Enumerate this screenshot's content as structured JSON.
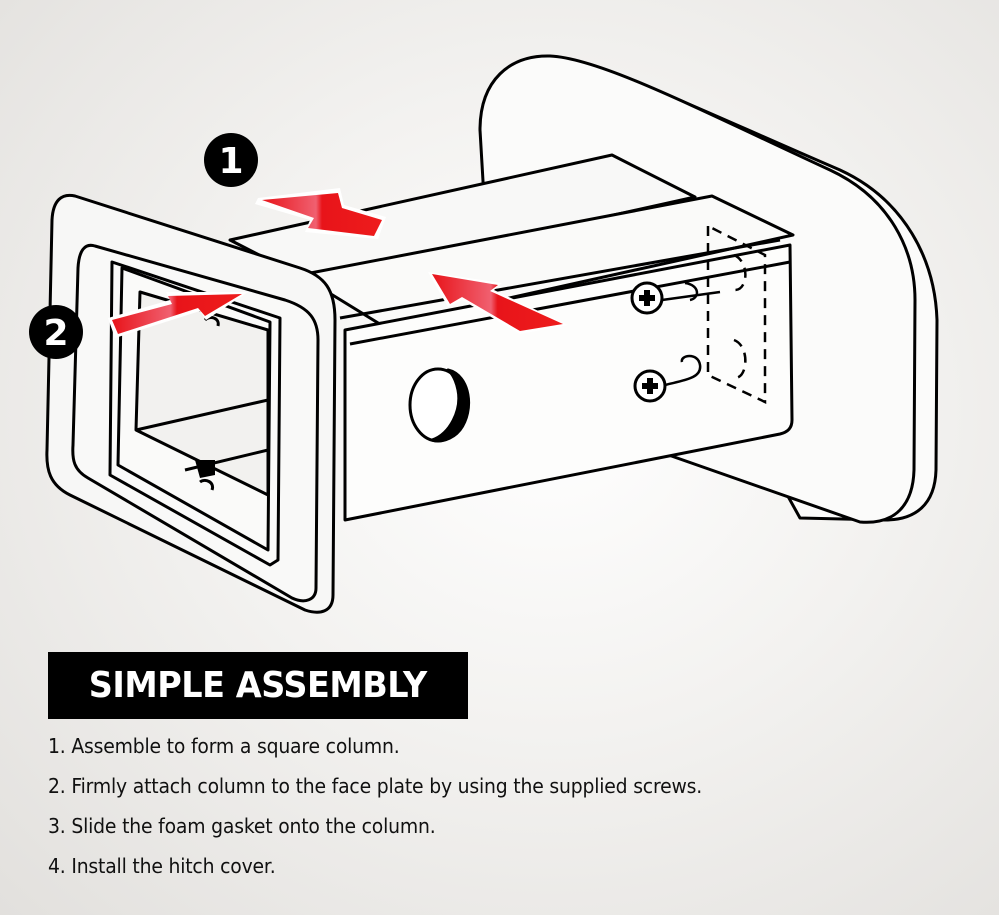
{
  "illustration": {
    "subject": "hitch cover assembly diagram",
    "callouts": [
      {
        "number": "1",
        "label": "callout-1"
      },
      {
        "number": "2",
        "label": "callout-2"
      }
    ],
    "arrow_color": "#ee1c1c",
    "line_color": "#000000"
  },
  "title": {
    "text": "SIMPLE ASSEMBLY",
    "background": "#000000",
    "color": "#ffffff"
  },
  "steps": [
    "1. Assemble to form a square column.",
    "2. Firmly attach column to the face plate by using the supplied screws.",
    "3. Slide the foam gasket onto the column.",
    "4. Install the hitch cover."
  ]
}
